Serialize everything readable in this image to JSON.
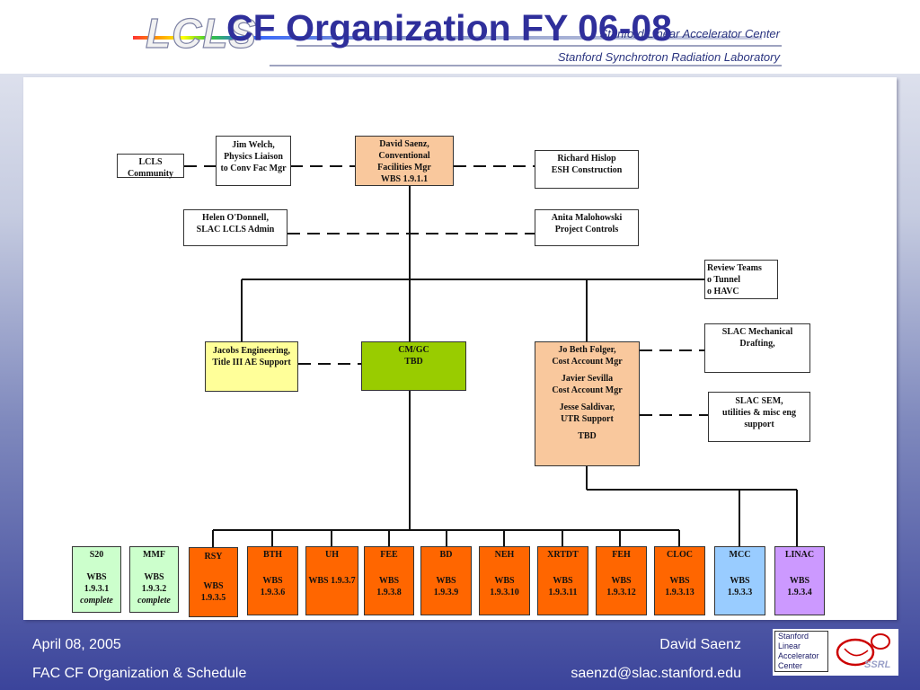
{
  "header": {
    "logo": "LCLS",
    "lab1": "Stanford Linear Accelerator Center",
    "lab2": "Stanford Synchrotron Radiation Laboratory"
  },
  "title": "CF Organization FY 06-08",
  "boxes": {
    "lcls": [
      "LCLS",
      "Community"
    ],
    "welch": [
      "Jim Welch,",
      "Physics Liaison",
      "to Conv Fac Mgr"
    ],
    "saenz": [
      "David Saenz,",
      "Conventional",
      "Facilities Mgr",
      "WBS 1.9.1.1"
    ],
    "hislop": [
      "Richard Hislop",
      "ESH Construction"
    ],
    "odonnell": [
      "Helen O'Donnell,",
      "SLAC LCLS Admin"
    ],
    "malohowski": [
      "Anita Malohowski",
      "Project Controls"
    ],
    "review": [
      "Review Teams",
      "o Tunnel",
      "o HAVC"
    ],
    "jacobs": [
      "Jacobs Engineering,",
      "Title III AE Support"
    ],
    "cmgc": [
      "CM/GC",
      "TBD"
    ],
    "folger": [
      "Jo Beth Folger,",
      "Cost Account Mgr",
      "",
      "Javier Sevilla",
      "Cost Account Mgr",
      "",
      "Jesse Saldivar,",
      "UTR Support",
      "",
      "TBD"
    ],
    "mech": [
      "SLAC Mechanical",
      "Drafting,"
    ],
    "sem": [
      "SLAC SEM,",
      "utilities & misc eng",
      "support"
    ]
  },
  "wbs": [
    {
      "name": "S20",
      "lines": [
        "WBS",
        "1.9.3.1"
      ],
      "note": "complete"
    },
    {
      "name": "MMF",
      "lines": [
        "WBS",
        "1.9.3.2"
      ],
      "note": "complete"
    },
    {
      "name": "RSY",
      "lines": [
        "WBS",
        "1.9.3.5"
      ],
      "note": ""
    },
    {
      "name": "BTH",
      "lines": [
        "WBS",
        "1.9.3.6"
      ],
      "note": ""
    },
    {
      "name": "UH",
      "lines": [
        "WBS 1.9.3.7"
      ],
      "note": ""
    },
    {
      "name": "FEE",
      "lines": [
        "WBS",
        "1.9.3.8"
      ],
      "note": ""
    },
    {
      "name": "BD",
      "lines": [
        "WBS",
        "1.9.3.9"
      ],
      "note": ""
    },
    {
      "name": "NEH",
      "lines": [
        "WBS",
        "1.9.3.10"
      ],
      "note": ""
    },
    {
      "name": "XRTDT",
      "lines": [
        "WBS",
        "1.9.3.11"
      ],
      "note": ""
    },
    {
      "name": "FEH",
      "lines": [
        "WBS",
        "1.9.3.12"
      ],
      "note": ""
    },
    {
      "name": "CLOC",
      "lines": [
        "WBS",
        "1.9.3.13"
      ],
      "note": ""
    },
    {
      "name": "MCC",
      "lines": [
        "WBS",
        "1.9.3.3"
      ],
      "note": ""
    },
    {
      "name": "LINAC",
      "lines": [
        "WBS",
        "1.9.3.4"
      ],
      "note": ""
    }
  ],
  "footer": {
    "date": "April 08, 2005",
    "subject": "FAC CF Organization & Schedule",
    "author": "David Saenz",
    "email": "saenzd@slac.stanford.edu",
    "ssrl_lines": [
      "Stanford",
      "Linear",
      "Accelerator",
      "Center"
    ],
    "ssrl_text": "SSRL"
  },
  "colors": {
    "title": "#2f2f9b",
    "orange_box": "#f9c89d",
    "cmgc_box": "#99cc00",
    "jacobs_box": "#ffff99",
    "wbs_box": "#ff6600",
    "complete_box": "#ccffcc",
    "mcc_box": "#99ccff",
    "linac_box": "#cc99ff"
  }
}
